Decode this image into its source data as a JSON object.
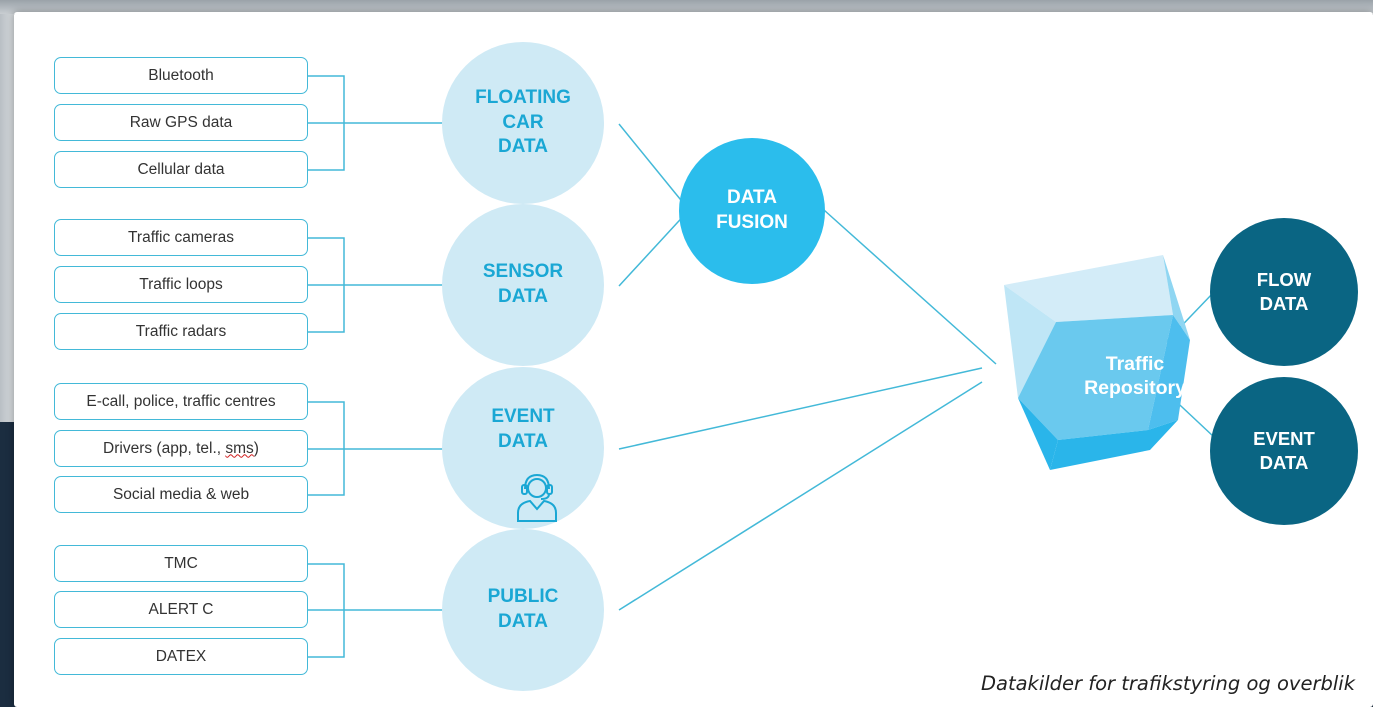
{
  "source_groups": [
    {
      "name": "FLOATING CAR DATA",
      "lines": [
        "FLOATING",
        "CAR",
        "DATA"
      ],
      "sources": [
        "Bluetooth",
        "Raw GPS data",
        "Cellular data"
      ]
    },
    {
      "name": "SENSOR DATA",
      "lines": [
        "SENSOR",
        "DATA"
      ],
      "sources": [
        "Traffic cameras",
        "Traffic loops",
        "Traffic radars"
      ]
    },
    {
      "name": "EVENT DATA",
      "lines": [
        "EVENT",
        "DATA"
      ],
      "sources": [
        "E-call, police, traffic centres",
        "Drivers (app, tel., sms)",
        "Social media & web"
      ]
    },
    {
      "name": "PUBLIC DATA",
      "lines": [
        "PUBLIC",
        "DATA"
      ],
      "sources": [
        "TMC",
        "ALERT C",
        "DATEX"
      ]
    }
  ],
  "fusion": {
    "lines": [
      "DATA",
      "FUSION"
    ]
  },
  "repository": {
    "lines": [
      "Traffic",
      "Repository"
    ]
  },
  "outputs": [
    {
      "lines": [
        "FLOW",
        "DATA"
      ]
    },
    {
      "lines": [
        "EVENT",
        "DATA"
      ]
    }
  ],
  "caption": "Datakilder for trafikstyring og overblik",
  "colors": {
    "box_border": "#43b9d8",
    "light_circle": "#cfeaf5",
    "light_circle_text": "#1aa7d4",
    "fusion_circle": "#2bbdec",
    "dark_circle": "#0a6583",
    "connector": "#43b9d8",
    "crystal_light": "#d3ecf8",
    "crystal_mid": "#6ac9ee",
    "crystal_dark": "#2ab5ea"
  },
  "icons": [
    "headset-agent-icon"
  ]
}
